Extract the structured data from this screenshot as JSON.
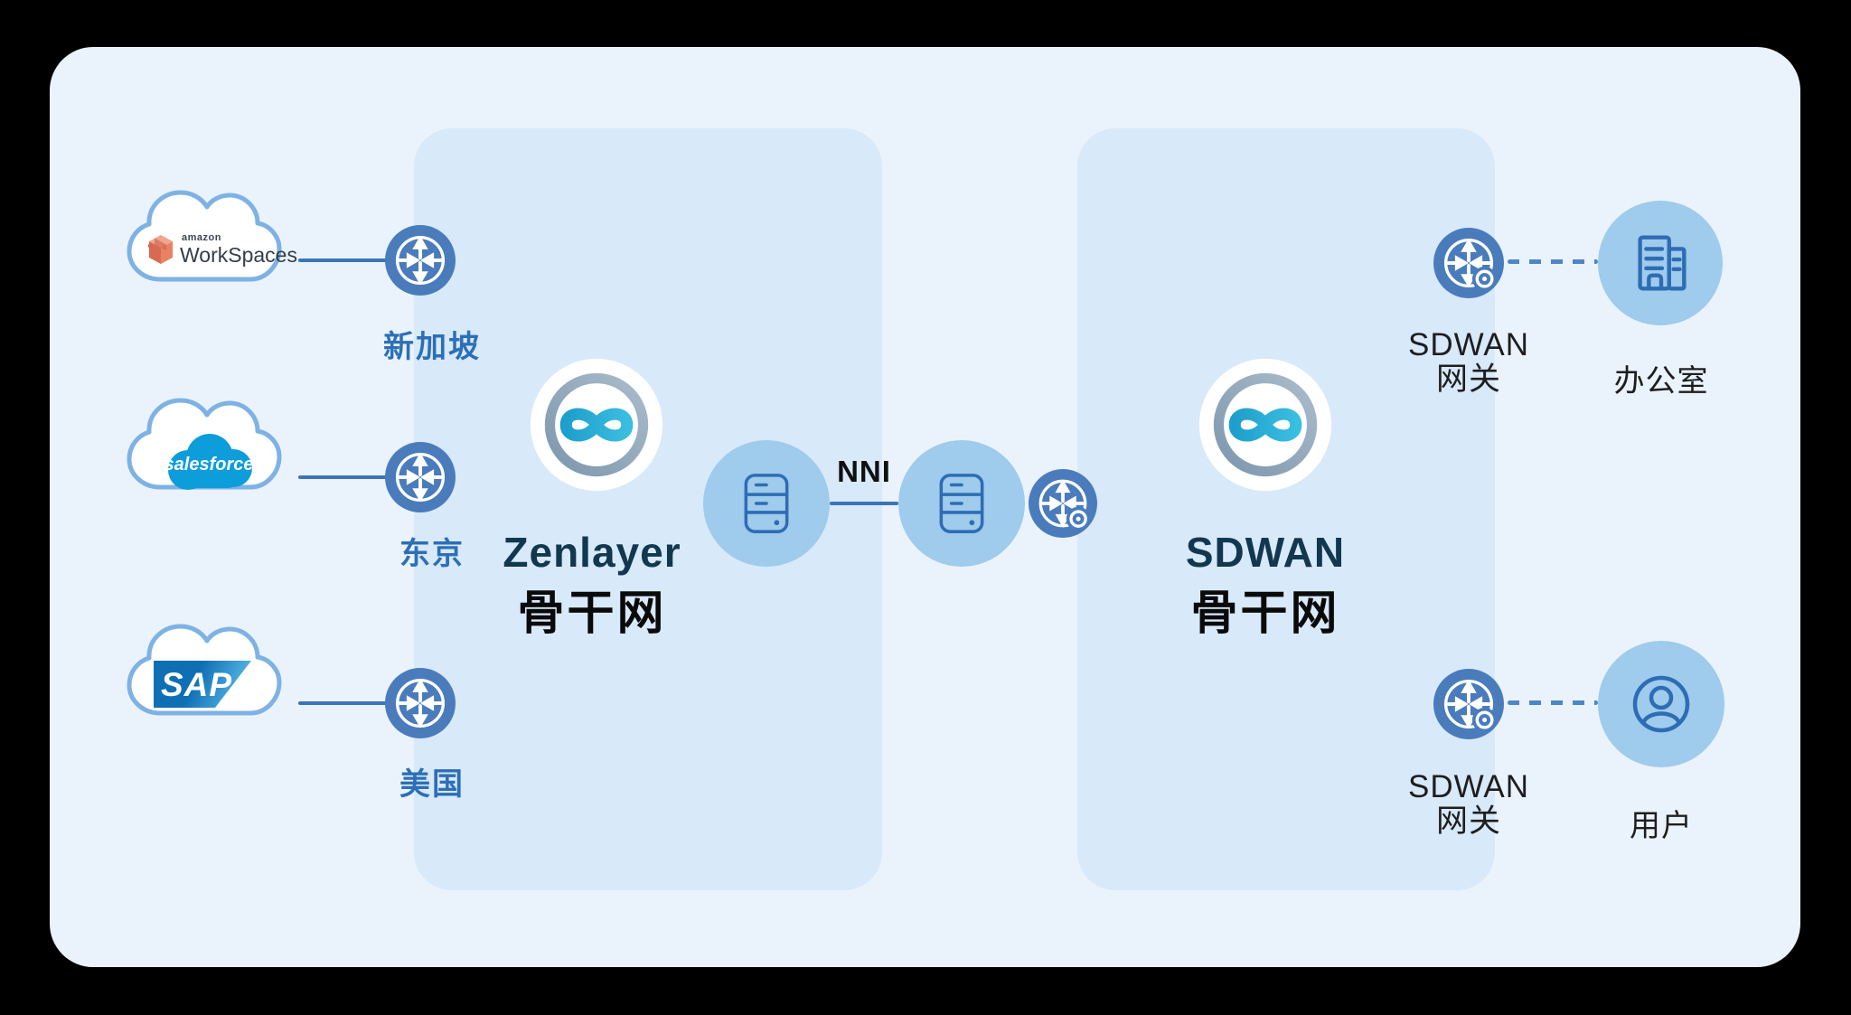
{
  "clouds": [
    {
      "brand_top": "amazon",
      "brand": "WorkSpaces",
      "location": "新加坡"
    },
    {
      "brand": "salesforce",
      "location": "东京"
    },
    {
      "brand": "SAP",
      "location": "美国"
    }
  ],
  "zenlayer": {
    "title": "Zenlayer",
    "subtitle": "骨干网"
  },
  "sdwan": {
    "title": "SDWAN",
    "subtitle": "骨干网"
  },
  "nni": {
    "label": "NNI"
  },
  "gateway_top": {
    "line1": "SDWAN",
    "line2": "网关",
    "endpoint": "办公室"
  },
  "gateway_bottom": {
    "line1": "SDWAN",
    "line2": "网关",
    "endpoint": "用户"
  },
  "colors": {
    "board_bg": "#EAF3FC",
    "panel_bg": "#D8E9FA",
    "node_dark_blue": "#4A7CBC",
    "node_light_blue": "#9FCBEC",
    "icon_stroke": "#2E6DB4",
    "solid_line": "#3B74BA",
    "dashed_line": "#4D86C8",
    "location_label_blue": "#2D6FB7",
    "title_teal": "#12384F",
    "logo_ring_slate": "#8CA4BA",
    "logo_infinity_teal": "#2CACD6",
    "cloud_stroke": "#7EB2E4"
  }
}
